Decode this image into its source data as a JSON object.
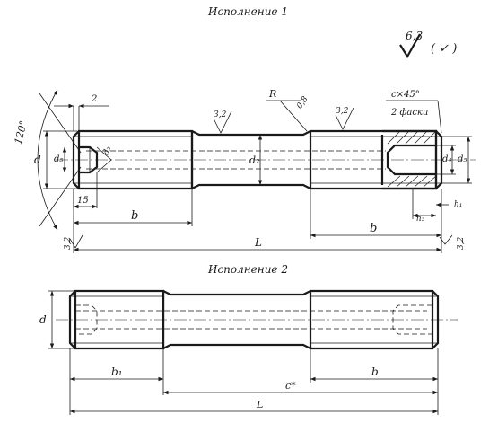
{
  "drawing": {
    "variant1_title": "Исполнение 1",
    "variant2_title": "Исполнение 2",
    "surface_roughness": "6,3",
    "surface_roughness_paren": "( ✓ )",
    "dims_v1": {
      "chamfer": "c×45°",
      "chamfer_note": "2 фаски",
      "radius": "R",
      "roughness_r": "0,8",
      "roughness_a": "3,2",
      "roughness_b": "3,2",
      "roughness_end_left": "3,2",
      "roughness_end_right": "3,2",
      "angle": "120°",
      "dim_2": "2",
      "dim_15": "15",
      "dim_d": "d",
      "dim_d3": "d₃",
      "dim_d5_left": "d₅",
      "dim_d2": "d₂",
      "dim_d4": "d₄",
      "dim_d5_right": "d₅",
      "dim_b_left": "b",
      "dim_b_right": "b",
      "dim_h3": "h₃",
      "dim_h1": "h₁",
      "dim_L": "L"
    },
    "dims_v2": {
      "dim_d": "d",
      "dim_b1": "b₁",
      "dim_b": "b",
      "dim_c_star": "c*",
      "dim_L": "L"
    }
  }
}
